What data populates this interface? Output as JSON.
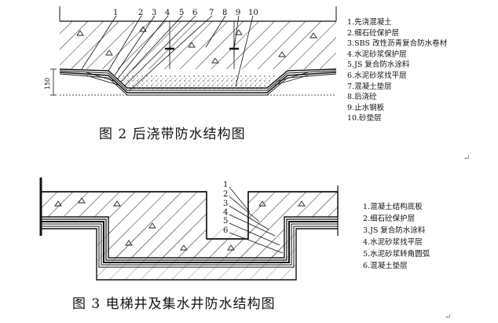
{
  "figure2": {
    "caption": "图 2  后浇带防水结构图",
    "dimension": "150",
    "callout_numbers": [
      "1",
      "2",
      "3",
      "4",
      "5",
      "6",
      "7",
      "8",
      "9",
      "10"
    ],
    "legend": [
      "1.先浇混凝土",
      "2.细石砼保护层",
      "3.SBS 改性沥青复合防水卷材",
      "4.水泥砂浆保护层",
      "5.JS 复合防水涂料",
      "6.水泥砂浆找平层",
      "7.混凝土垫层",
      "8.后浇砼",
      "9.止水钢板",
      "10.砂垫层"
    ]
  },
  "figure3": {
    "caption": "图 3  电梯井及集水井防水结构图",
    "callout_numbers": [
      "1",
      "2",
      "3",
      "4",
      "5",
      "6"
    ],
    "legend": [
      "1.混凝土结构底板",
      "2.细石砼保护层",
      "3.JS 复合防水涂料",
      "4.水泥砂浆找平层",
      "5.水泥砂浆转角圆弧",
      "6.混凝土垫层"
    ]
  },
  "marks": {
    "return_mark_1": "↵",
    "return_mark_2": "↵"
  }
}
